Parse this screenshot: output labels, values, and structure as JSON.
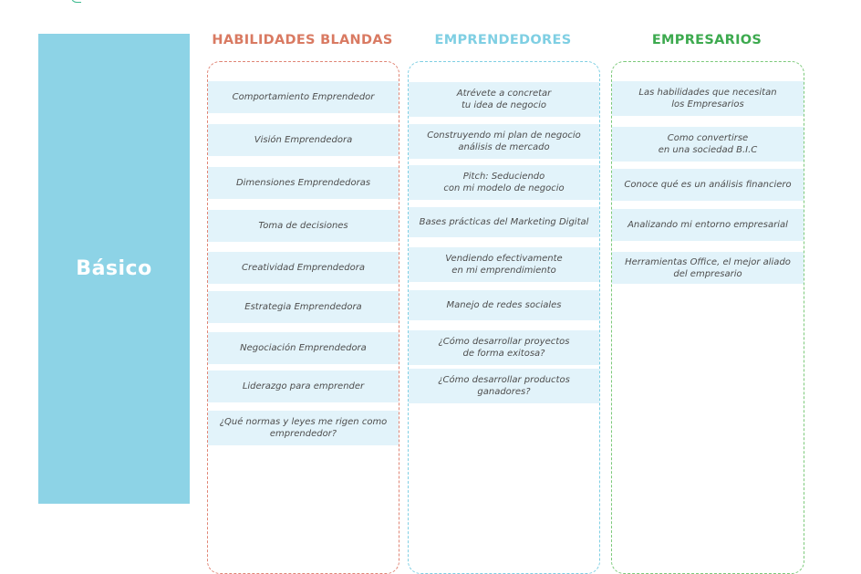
{
  "level": {
    "label": "Básico",
    "color": "#8dd3e6"
  },
  "columns": [
    {
      "title": "HABILIDADES BLANDAS",
      "color": "#d97a62",
      "border": "#e08575",
      "items": [
        "Comportamiento Emprendedor",
        "Visión  Emprendedora",
        "Dimensiones Emprendedoras",
        "Toma de decisiones",
        "Creatividad Emprendedora",
        "Estrategia Emprendedora",
        "Negociación Emprendedora",
        "Liderazgo para emprender",
        "¿Qué normas y leyes me rigen como\nemprendedor?"
      ]
    },
    {
      "title": "EMPRENDEDORES",
      "color": "#7fcfe3",
      "border": "#7fcfe3",
      "items": [
        "Atrévete a concretar\ntu idea de negocio",
        "Construyendo mi plan de negocio\nanálisis de mercado",
        "Pitch: Seduciendo\ncon mi modelo de negocio",
        "Bases prácticas del Marketing Digital",
        "Vendiendo efectivamente\nen mi emprendimiento",
        "Manejo de redes sociales",
        "¿Cómo desarrollar proyectos\nde forma exitosa?",
        "¿Cómo desarrollar productos\nganadores?"
      ]
    },
    {
      "title": "EMPRESARIOS",
      "color": "#3daa4f",
      "border": "#7cc97a",
      "items": [
        "Las habilidades que necesitan\nlos Empresarios",
        "Como convertirse\nen una sociedad B.I.C",
        "Conoce qué es un análisis financiero",
        "Analizando mi entorno empresarial",
        "Herramientas Office, el mejor aliado\ndel empresario"
      ]
    }
  ]
}
